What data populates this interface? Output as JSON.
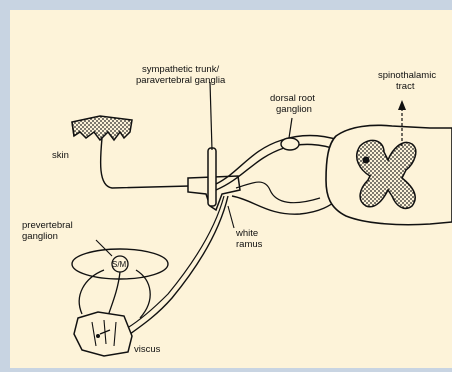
{
  "colors": {
    "border": "#c8d4e2",
    "panel": "#fdf3d9",
    "ink": "#111111"
  },
  "labels": {
    "sympathetic_trunk_line1": "sympathetic trunk/",
    "sympathetic_trunk_line2": "paravertebral ganglia",
    "dorsal_root_line1": "dorsal root",
    "dorsal_root_line2": "ganglion",
    "spinothalamic_line1": "spinothalamic",
    "spinothalamic_line2": "tract",
    "skin": "skin",
    "prevertebral_line1": "prevertebral",
    "prevertebral_line2": "ganglion",
    "white_ramus_line1": "white",
    "white_ramus_line2": "ramus",
    "sm": "S/M",
    "viscus": "viscus"
  }
}
